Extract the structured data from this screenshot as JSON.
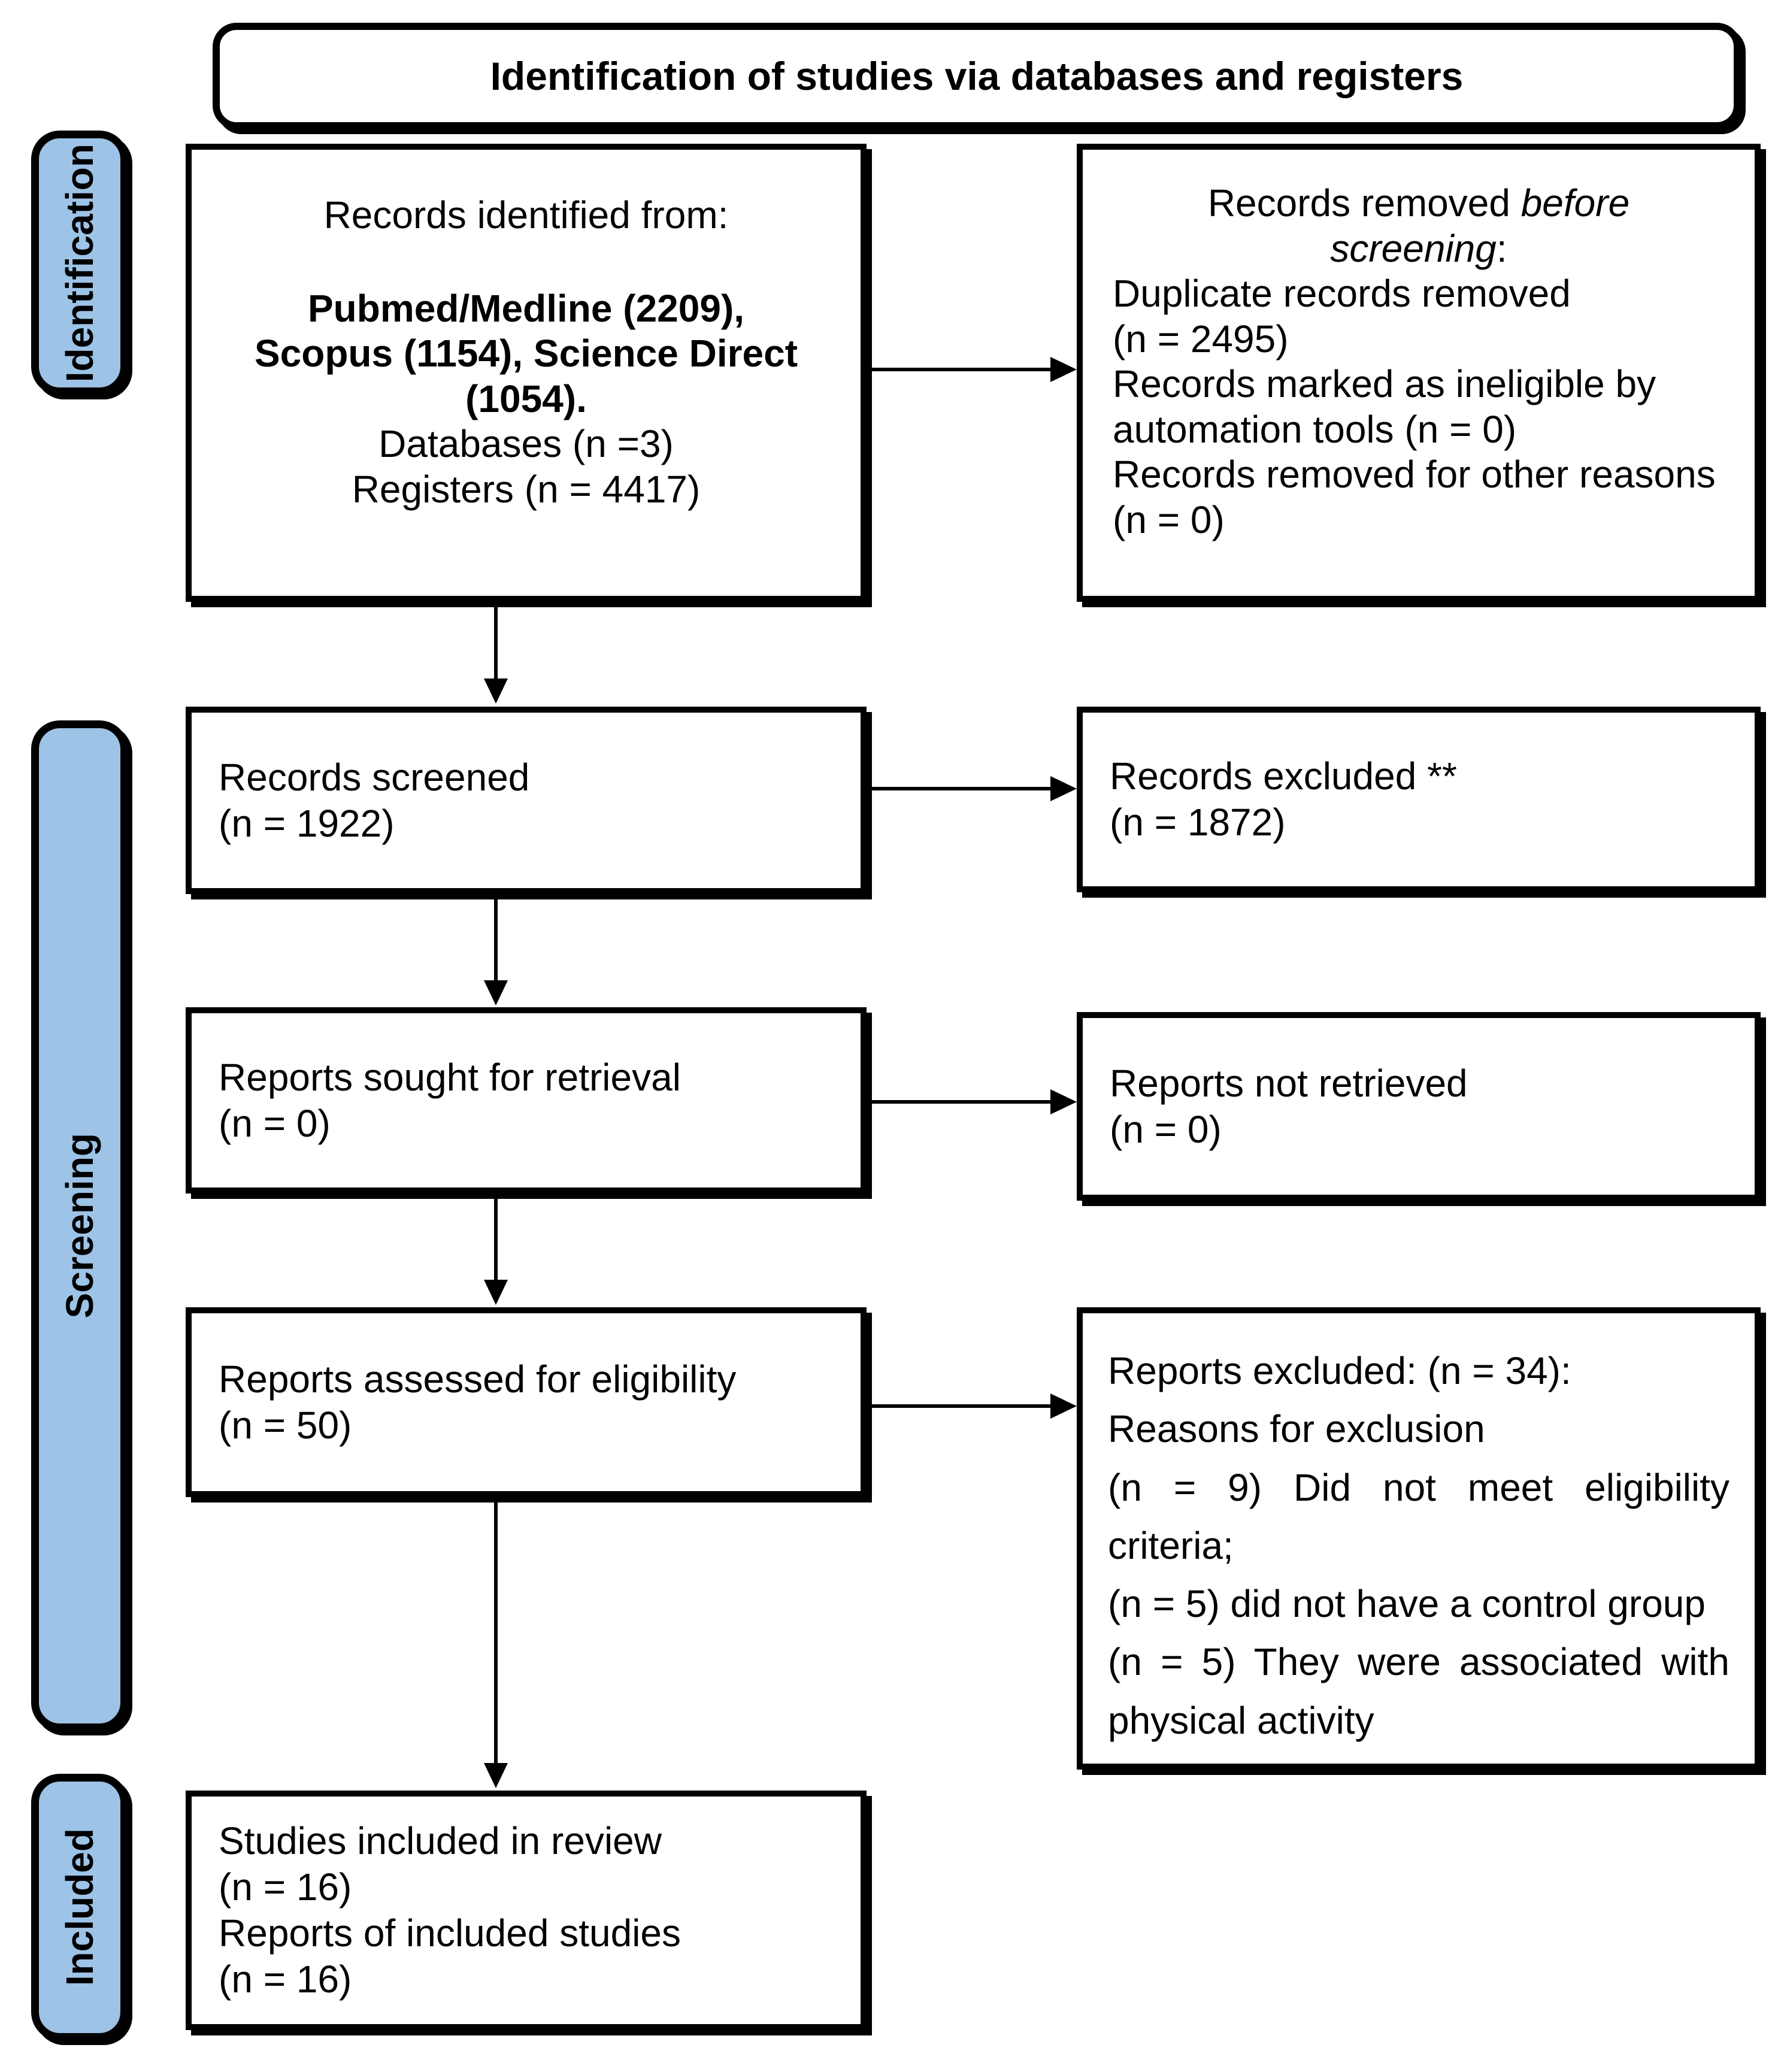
{
  "title": "Identification of studies via databases and registers",
  "colors": {
    "sidebar_fill": "#9DC3E6",
    "border": "#000000",
    "background": "#FFFFFF"
  },
  "sidebar": {
    "items": [
      {
        "label": "Identification"
      },
      {
        "label": "Screening"
      },
      {
        "label": "Included"
      }
    ]
  },
  "flow": {
    "records_identified": {
      "intro": "Records identified from:",
      "sources_lines": [
        "Pubmed/Medline (2209),",
        "Scopus (1154), Science Direct",
        "(1054)."
      ],
      "databases": "Databases (n =3)",
      "registers": "Registers (n = 4417)"
    },
    "records_removed": {
      "heading_prefix": "Records removed ",
      "heading_italic": "before screening",
      "heading_suffix": ":",
      "items": [
        {
          "text": "Duplicate records removed",
          "count": "(n = 2495)"
        },
        {
          "text": "Records marked as ineligible by automation tools",
          "count": "(n = 0)"
        },
        {
          "text": "Records removed for other reasons",
          "count": "(n = 0)"
        }
      ]
    },
    "records_screened": {
      "label": "Records screened",
      "count": "(n = 1922)"
    },
    "records_excluded": {
      "label": "Records excluded **",
      "count": "(n = 1872)"
    },
    "reports_sought": {
      "label": "Reports sought for retrieval",
      "count": "(n = 0)"
    },
    "reports_not_retrieved": {
      "label": "Reports not retrieved",
      "count": "(n = 0)"
    },
    "reports_assessed": {
      "label": "Reports assessed for eligibility",
      "count": "(n = 50)"
    },
    "reports_excluded": {
      "lines": [
        "Reports excluded: (n = 34):",
        "Reasons for exclusion",
        "(n = 9) Did not meet eligibility criteria;",
        "(n = 5) did not have a control group",
        "(n = 5) They were associated with physical activity"
      ]
    },
    "studies_included": {
      "lines": [
        "Studies included in review",
        "(n = 16)",
        "Reports of included studies",
        "(n = 16)"
      ]
    }
  }
}
